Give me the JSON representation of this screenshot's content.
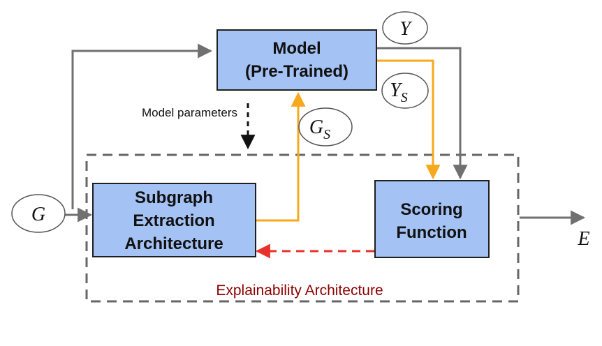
{
  "colors": {
    "box_fill": "#a4c2f4",
    "box_stroke": "#1f1f1f",
    "gray_arrow": "#707070",
    "orange_arrow": "#f7a81b",
    "red_dashed_arrow": "#e8312b",
    "black_dashed_arrow": "#111111",
    "container_dash": "#666666",
    "container_label": "#8b0000"
  },
  "nodes": {
    "model": {
      "line1": "Model",
      "line2": "(Pre-Trained)"
    },
    "subgraph": {
      "line1": "Subgraph",
      "line2": "Extraction",
      "line3": "Architecture"
    },
    "scoring": {
      "line1": "Scoring",
      "line2": "Function"
    }
  },
  "variables": {
    "input_graph": "G",
    "prediction": "Y",
    "subgraph_prediction_base": "Y",
    "subgraph_prediction_sub": "S",
    "subgraph_base": "G",
    "subgraph_sub": "S",
    "explanation": "E"
  },
  "labels": {
    "model_parameters": "Model parameters",
    "container": "Explainability Architecture"
  }
}
